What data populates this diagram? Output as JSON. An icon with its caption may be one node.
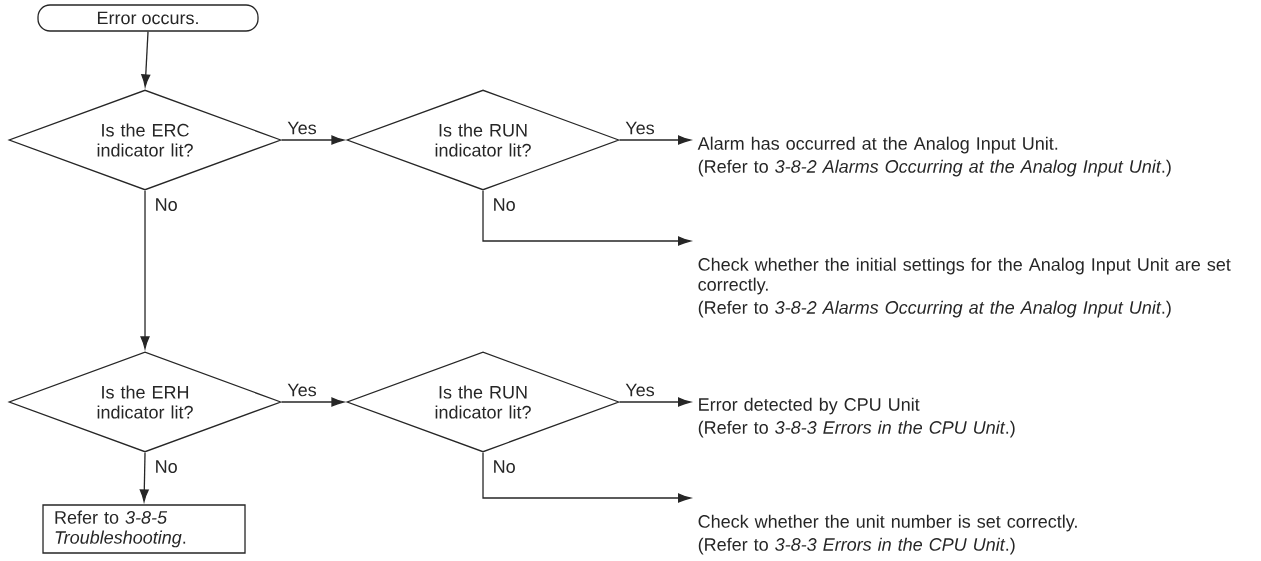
{
  "diagram": {
    "nodes": [
      {
        "text": [
          "Error occurs."
        ]
      },
      {
        "text": [
          "Is the ERC indicator lit?"
        ]
      },
      {
        "text": [
          "Is the RUN indicator lit?"
        ]
      },
      {
        "text": [
          "Alarm has occurred at the Analog Input Unit.",
          "(Refer to *3-8-2 Alarms Occurring at the Analog Input Unit*.)"
        ]
      },
      {
        "text": [
          "Check whether the initial settings for the Analog Input Unit are set correctly.",
          "(Refer to *3-8-2 Alarms Occurring at the Analog Input Unit*.)"
        ]
      },
      {
        "text": [
          "Is the ERH indicator lit?"
        ]
      },
      {
        "text": [
          "Is the RUN indicator lit?"
        ]
      },
      {
        "text": [
          "Error detected by CPU Unit",
          "(Refer to *3-8-3 Errors in the CPU Unit*.)"
        ]
      },
      {
        "text": [
          "Check whether the unit number is set correctly.",
          "(Refer to *3-8-3 Errors in the CPU Unit*.)"
        ]
      },
      {
        "text": [
          "Refer to *3-8-5 Troubleshooting*."
        ]
      }
    ],
    "edges": [
      {
        "from": 0,
        "to": 1,
        "arrow": "to"
      },
      {
        "from": 1,
        "to": 2,
        "arrow": "to",
        "label": "Yes"
      },
      {
        "from": 2,
        "to": 3,
        "arrow": "to",
        "label": "Yes"
      },
      {
        "from": 2,
        "to": 4,
        "arrow": "to",
        "label": "No"
      },
      {
        "from": 1,
        "to": 5,
        "arrow": "to",
        "label": "No"
      },
      {
        "from": 5,
        "to": 6,
        "arrow": "to",
        "label": "Yes"
      },
      {
        "from": 6,
        "to": 7,
        "arrow": "to",
        "label": "Yes"
      },
      {
        "from": 6,
        "to": 8,
        "arrow": "to",
        "label": "No"
      },
      {
        "from": 5,
        "to": 9,
        "arrow": "to",
        "label": "No"
      }
    ]
  }
}
